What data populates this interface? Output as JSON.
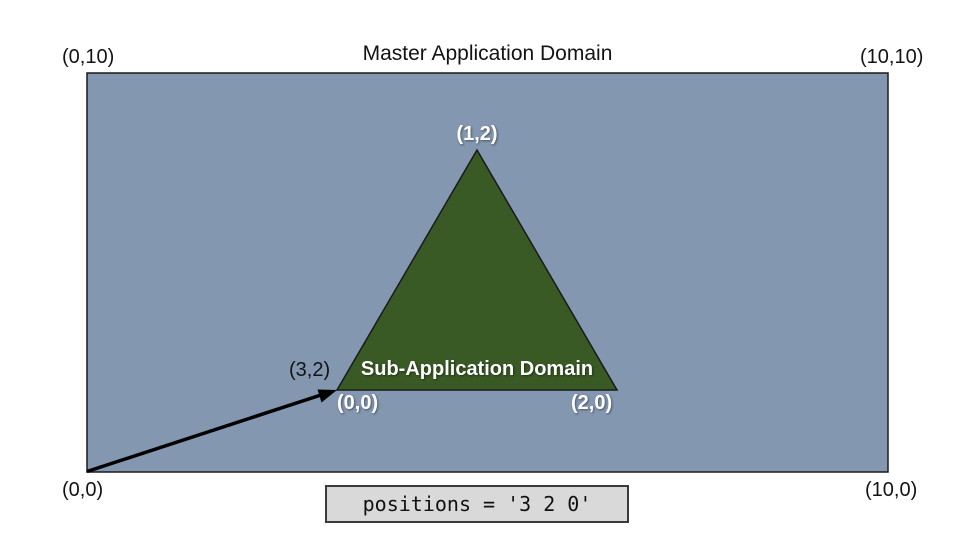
{
  "diagram": {
    "title": "Master Application Domain",
    "master_domain": {
      "corner_top_left": "(0,10)",
      "corner_top_right": "(10,10)",
      "corner_bottom_left": "(0,0)",
      "corner_bottom_right": "(10,0)"
    },
    "sub_domain": {
      "label": "Sub-Application Domain",
      "vertex_apex": "(1,2)",
      "vertex_origin": "(0,0)",
      "vertex_right": "(2,0)"
    },
    "offset_arrow": {
      "label": "(3,2)"
    },
    "code_box": {
      "text": "positions = '3 2 0'"
    },
    "colors": {
      "master_fill": "#8497b0",
      "sub_fill": "#3a5a25",
      "outline": "#1a1a1a",
      "arrow": "#000000",
      "code_bg": "#d9d9d9"
    }
  }
}
